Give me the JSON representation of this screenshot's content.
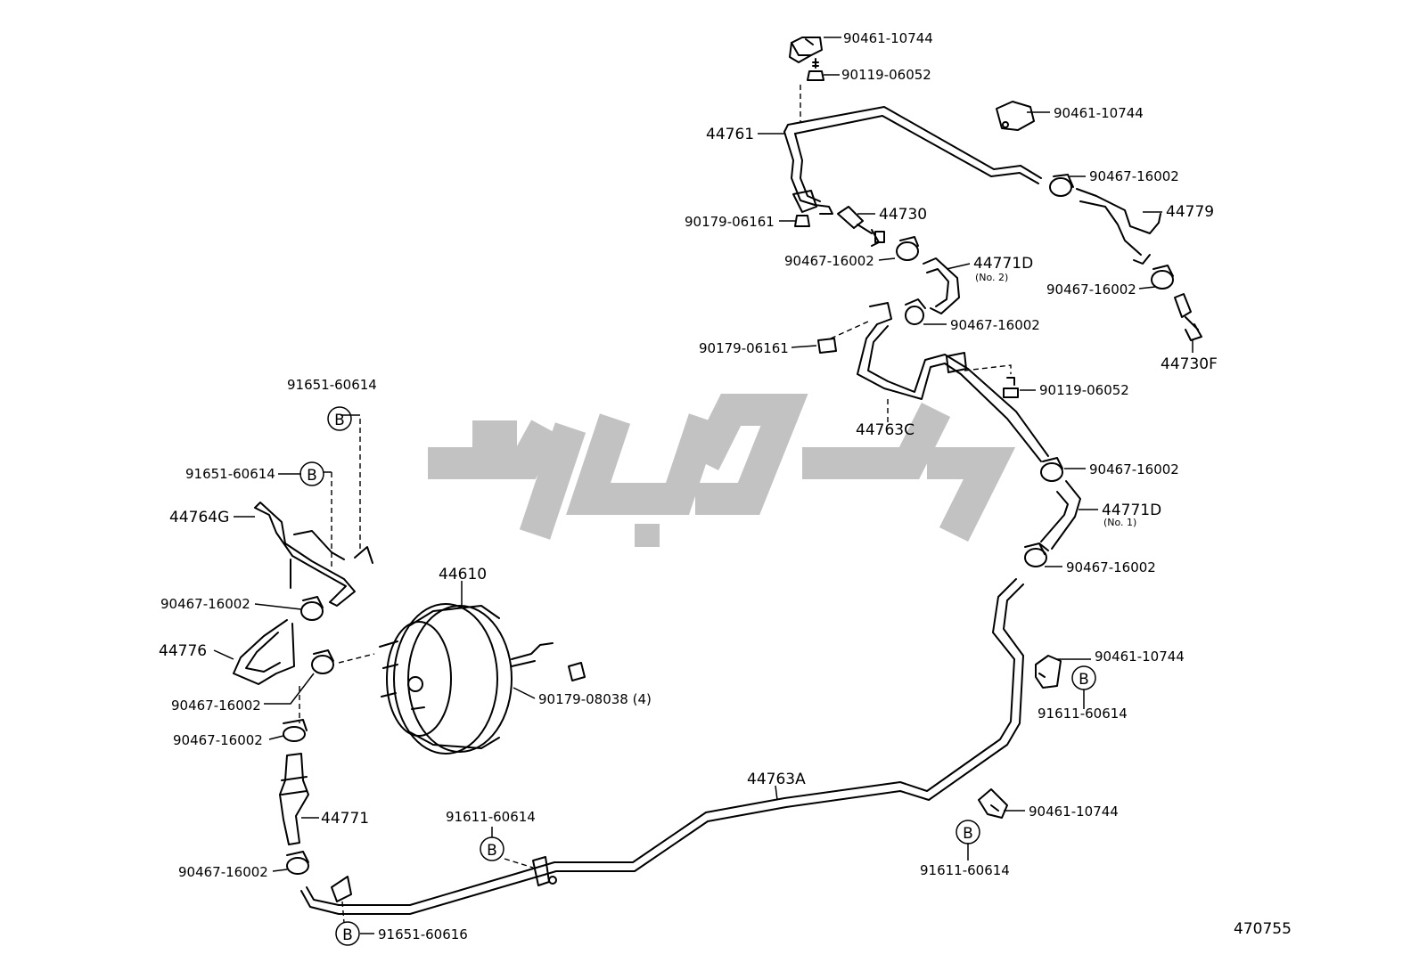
{
  "diagram": {
    "figure_number": "470755",
    "labels": {
      "p90461_a": "90461-10744",
      "p90119_a": "90119-06052",
      "p44761": "44761",
      "p90461_b": "90461-10744",
      "p90467_a": "90467-16002",
      "p44779": "44779",
      "p90179_a": "90179-06161",
      "p44730": "44730",
      "p90467_b": "90467-16002",
      "p44771d_2": "44771D",
      "sub_no2": "(No. 2)",
      "p90467_c": "90467-16002",
      "p90467_d": "90467-16002",
      "p44730f": "44730F",
      "p90179_b": "90179-06161",
      "p90119_b": "90119-06052",
      "p91651_a": "91651-60614",
      "p44763c": "44763C",
      "p90467_e": "90467-16002",
      "p91651_b": "91651-60614",
      "p44771d_1": "44771D",
      "sub_no1": "(No. 1)",
      "p44764g": "44764G",
      "p44610": "44610",
      "p90467_f": "90467-16002",
      "p90467_g": "90467-16002",
      "p44776": "44776",
      "p90461_c": "90461-10744",
      "p90179_c": "90179-08038 (4)",
      "p90467_h": "90467-16002",
      "p91611_a": "91611-60614",
      "p90467_i": "90467-16002",
      "p44763a": "44763A",
      "p44771": "44771",
      "p91611_b": "91611-60614",
      "p90461_d": "90461-10744",
      "p90467_j": "90467-16002",
      "p91611_c": "91611-60614",
      "p91651_c": "91651-60616"
    },
    "callout_letter": "B"
  }
}
